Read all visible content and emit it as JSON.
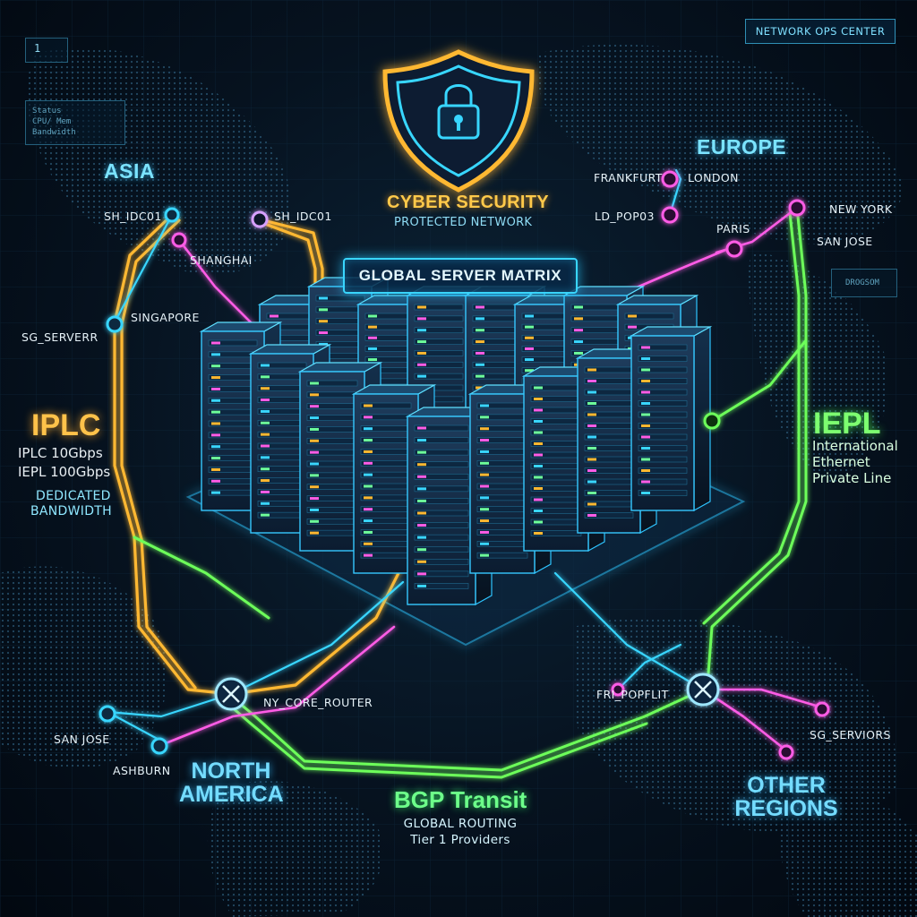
{
  "header": {
    "noc_badge": "NETWORK OPS CENTER",
    "top_left_readout": "1",
    "side_panel_lines": [
      "Status",
      "CPU/ Mem",
      "Bandwidth"
    ]
  },
  "security": {
    "title": "CYBER SECURITY",
    "subtitle": "PROTECTED NETWORK",
    "icon": "shield-lock-icon"
  },
  "matrix": {
    "title": "GLOBAL SERVER MATRIX"
  },
  "regions": {
    "asia": "ASIA",
    "europe": "EUROPE",
    "north_america_line1": "NORTH",
    "north_america_line2": "AMERICA",
    "other_line1": "OTHER",
    "other_line2": "REGIONS"
  },
  "nodes": {
    "sh_idc01_left": "SH_IDC01",
    "sh_idc01_right": "SH_IDC01",
    "shanghai": "SHANGHAI",
    "singapore": "SINGAPORE",
    "sg_server": "SG_SERVERR",
    "frankfurt": "FRANKFURT",
    "london": "LONDON",
    "ld_pop03": "LD_POP03",
    "paris": "PARIS",
    "new_york": "NEW YORK",
    "san_jose_eu": "SAN JOSE",
    "ny_core_router": "NY_CORE_ROUTER",
    "san_jose_na": "SAN JOSE",
    "ashburn": "ASHBURN",
    "fri_pop": "FRI_POPFLIT",
    "sg_serviors": "SG_SERVIORS",
    "right_panel_code": "DROGSOM"
  },
  "iplc": {
    "title": "IPLC",
    "line1": "IPLC 10Gbps",
    "line2": "IEPL 100Gbps",
    "line3": "DEDICATED",
    "line4": "BANDWIDTH"
  },
  "iepl": {
    "title": "IEPL",
    "line1": "International",
    "line2": "Ethernet",
    "line3": "Private Line"
  },
  "bgp": {
    "title": "BGP Transit",
    "line1": "GLOBAL ROUTING",
    "line2": "Tier 1 Providers"
  },
  "colors": {
    "iplc": "#ffb830",
    "iepl": "#6dff5a",
    "cyan": "#39d6ff",
    "magenta": "#ff5ce6",
    "background": "#030a14"
  }
}
